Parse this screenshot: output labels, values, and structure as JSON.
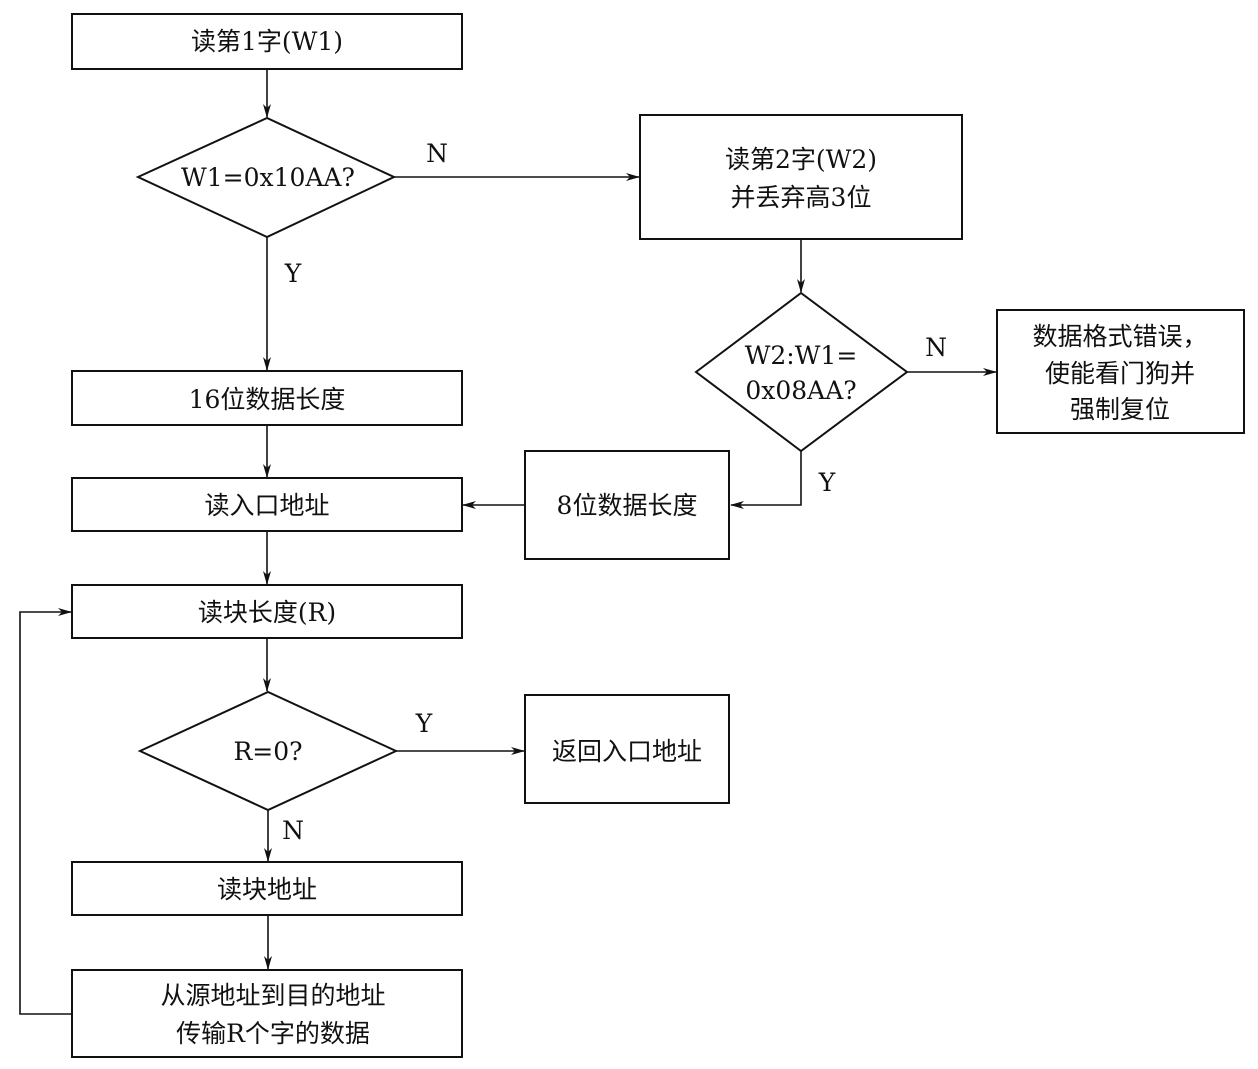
{
  "nodes": {
    "read_w1": "读第1字(W1)",
    "check_w1": "W1=0x10AA?",
    "read_w2": [
      "读第2字(W2)",
      "并丢弃高3位"
    ],
    "check_w2": [
      "W2:W1=",
      "0x08AA?"
    ],
    "format_error": [
      "数据格式错误，",
      "使能看门狗并",
      "强制复位"
    ],
    "len16": "16位数据长度",
    "len8": "8位数据长度",
    "read_entry": "读入口地址",
    "read_block_len": "读块长度(R)",
    "check_r": "R=0?",
    "return_entry": "返回入口地址",
    "read_block_addr": "读块地址",
    "transfer": [
      "从源地址到目的地址",
      "传输R个字的数据"
    ]
  },
  "edge_labels": {
    "w1_no": "N",
    "w1_yes": "Y",
    "w2_no": "N",
    "w2_yes": "Y",
    "r_yes": "Y",
    "r_no": "N"
  }
}
